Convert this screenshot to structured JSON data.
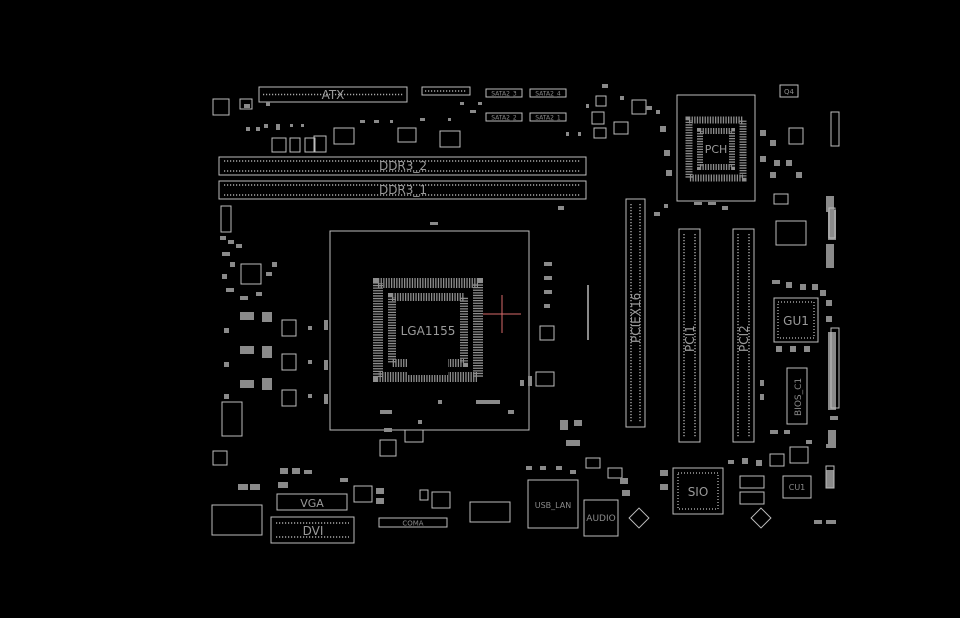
{
  "board": {
    "background": "#000000",
    "silkscreen_color": "#bdbdbd",
    "marker_color": "#d96a6a"
  },
  "labels": {
    "atx": "ATX",
    "sata_a": "SATA2_3",
    "sata_b": "SATA2_4",
    "sata_c": "SATA2_2",
    "sata_d": "SATA2_1",
    "dimm2": "DDR3_2",
    "dimm1": "DDR3_1",
    "cpu": "LGA1155",
    "pciex16": "PCIEX16",
    "pci1": "PCI1",
    "pci2": "PCI2",
    "gu1": "GU1",
    "bios": "BIOS_C1",
    "q4": "Q4",
    "vga": "VGA",
    "dvi": "DVI",
    "coma": "COMA",
    "usb_lan": "USB_LAN",
    "audio": "AUDIO",
    "sio": "SIO",
    "cu1": "CU1",
    "pch": "PCH"
  },
  "cursor": {
    "name": "crosshair",
    "color": "#d96a6a"
  }
}
